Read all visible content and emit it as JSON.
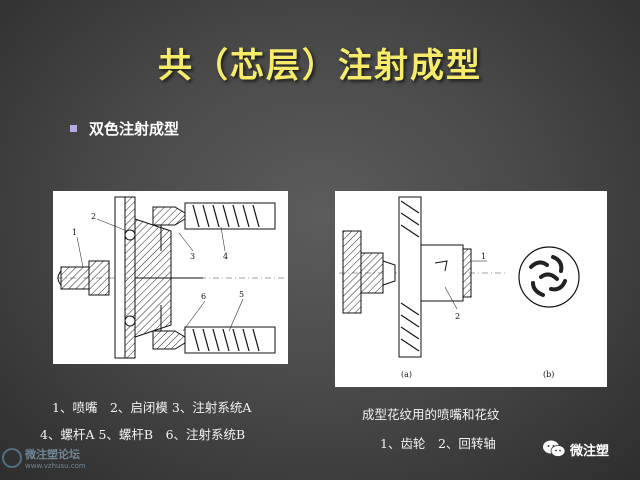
{
  "slide": {
    "title": "共（芯层）注射成型",
    "bullet": "双色注射成型"
  },
  "figure_left": {
    "labels": [
      "1",
      "2",
      "3",
      "4",
      "5",
      "6"
    ],
    "caption_line1": "1、喷嘴　2、启闭模 3、注射系统A",
    "caption_line2": "4、螺杆A 5、螺杆B　6、注射系统B"
  },
  "figure_right": {
    "labels": [
      "1",
      "2"
    ],
    "sub_a": "(a)",
    "sub_b": "(b)",
    "caption_line1": "成型花纹用的喷嘴和花纹",
    "caption_line2": "1、齿轮　2、回转轴"
  },
  "watermark_left": {
    "name": "微注塑论坛",
    "url": "www.vzhusu.com"
  },
  "watermark_right": {
    "name": "微注塑",
    "icon": "wechat-icon"
  },
  "colors": {
    "title": "#f6ec6a",
    "bullet": "#b7a8e0",
    "background": "#4a4a4a"
  }
}
